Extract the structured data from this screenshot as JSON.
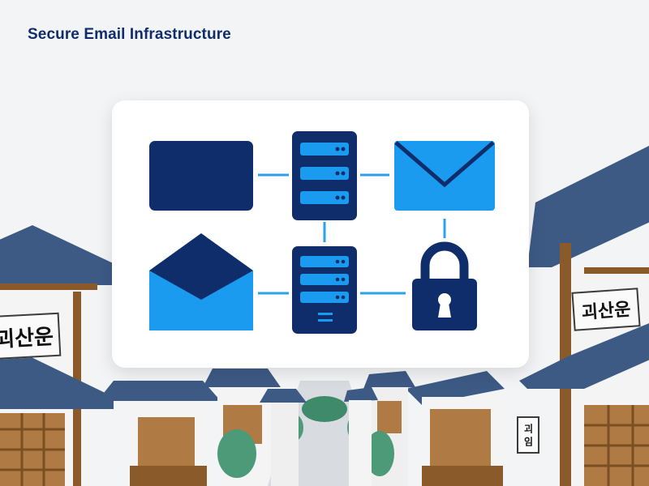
{
  "title": "Secure Email Infrastructure",
  "signs": {
    "left": "괴산운",
    "right": "괴산운",
    "small": "괴 임"
  },
  "icons": [
    "monitor-icon",
    "server-icon",
    "email-envelope-icon",
    "open-envelope-icon",
    "server-icon",
    "padlock-icon"
  ],
  "colors": {
    "navy": "#0f2d6b",
    "blue": "#1a9bf0",
    "connector": "#2aa3ea",
    "card": "#ffffff",
    "background": "#f3f4f6",
    "wood": "#8a5a2b",
    "roof": "#3d5a85"
  }
}
